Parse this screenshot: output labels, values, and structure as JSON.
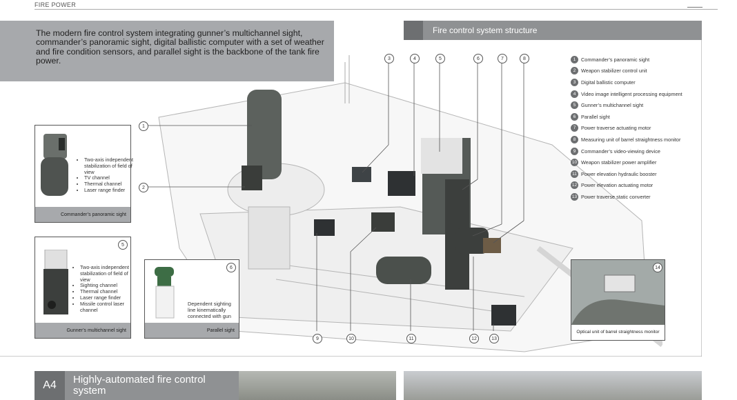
{
  "header": {
    "section": "FIRE POWER"
  },
  "intro": {
    "text": "The modern fire control system integrating gunner’s multichannel sight, commander’s panoramic sight, digital ballistic computer with a set of weather and fire condition sensors, and parallel sight is the backbone of the tank fire power."
  },
  "structure": {
    "title": "Fire control system structure",
    "legend": [
      {
        "num": "1",
        "label": "Commander’s panoramic sight"
      },
      {
        "num": "2",
        "label": "Weapon stabilizer control unit"
      },
      {
        "num": "3",
        "label": "Digital ballistic computer"
      },
      {
        "num": "4",
        "label": "Video image intelligent processing equipment"
      },
      {
        "num": "5",
        "label": "Gunner’s multichannel sight"
      },
      {
        "num": "6",
        "label": "Parallel sight"
      },
      {
        "num": "7",
        "label": "Power traverse actuating motor"
      },
      {
        "num": "8",
        "label": "Measuring unit of barrel straightness monitor"
      },
      {
        "num": "9",
        "label": "Commander’s video-viewing device"
      },
      {
        "num": "10",
        "label": "Weapon stabilizer power amplifier"
      },
      {
        "num": "11",
        "label": "Power elevation hydraulic booster"
      },
      {
        "num": "12",
        "label": "Power elevation actuating motor"
      },
      {
        "num": "13",
        "label": "Power traverse static converter"
      }
    ],
    "callouts": {
      "c1": "1",
      "c2": "2",
      "c3": "3",
      "c4": "4",
      "c5": "5",
      "c6": "6",
      "c7": "7",
      "c8": "8",
      "c9": "9",
      "c10": "10",
      "c11": "11",
      "c12": "12",
      "c13": "13"
    }
  },
  "cards": {
    "commander": {
      "caption": "Commander’s panoramic sight",
      "bullets": [
        "Two-axis independent stabilization of field of view",
        "TV channel",
        "Thermal channel",
        "Laser range finder"
      ]
    },
    "gunner": {
      "num": "5",
      "caption": "Gunner’s multichannel sight",
      "bullets": [
        "Two-axis independent stabilization of field of view",
        "Sighting channel",
        "Thermal channel",
        "Laser range finder",
        "Missile control laser channel"
      ]
    },
    "parallel": {
      "num": "6",
      "caption": "Parallel sight",
      "text": "Dependent sighting line kinematically connected with gun"
    },
    "optical": {
      "num": "14",
      "caption": "Optical unit of barrel straightness monitor"
    }
  },
  "bottom": {
    "code": "A4",
    "title": "Highly-automated fire control system"
  },
  "colors": {
    "panel": "#a7a9ac",
    "header": "#8f9193",
    "dark": "#6d6f71"
  }
}
